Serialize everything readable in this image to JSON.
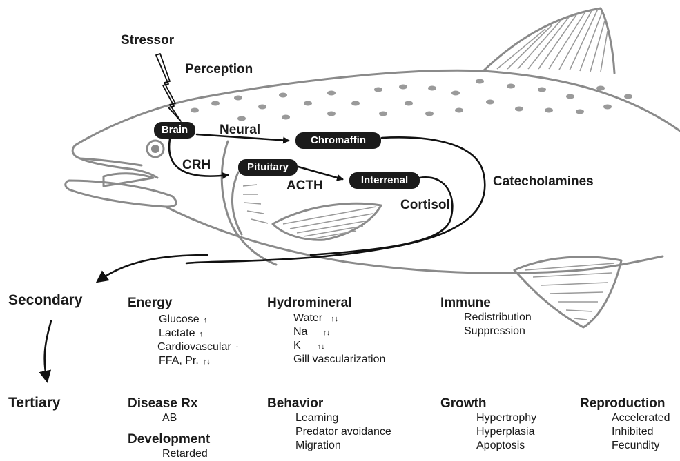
{
  "labels": {
    "stressor": "Stressor",
    "perception": "Perception",
    "neural": "Neural",
    "crh": "CRH",
    "acth": "ACTH",
    "cortisol": "Cortisol",
    "catecholamines": "Catecholamines"
  },
  "boxes": {
    "brain": "Brain",
    "chromaffin": "Chromaffin",
    "pituitary": "Pituitary",
    "interrenal": "Interrenal"
  },
  "stages": {
    "secondary": "Secondary",
    "tertiary": "Tertiary"
  },
  "secondary": {
    "energy": {
      "title": "Energy",
      "items": [
        {
          "text": "Glucose",
          "arrow": "↑"
        },
        {
          "text": "Lactate",
          "arrow": "↑"
        },
        {
          "text": "Cardiovascular",
          "arrow": "↑"
        },
        {
          "text": "FFA, Pr.",
          "arrow": "↑↓"
        }
      ]
    },
    "hydromineral": {
      "title": "Hydromineral",
      "items": [
        {
          "text": "Water",
          "arrow": "↑↓"
        },
        {
          "text": "Na",
          "arrow": "↑↓"
        },
        {
          "text": "K",
          "arrow": "↑↓"
        },
        {
          "text": "Gill vascularization",
          "arrow": ""
        }
      ]
    },
    "immune": {
      "title": "Immune",
      "items": [
        "Redistribution",
        "Suppression"
      ]
    }
  },
  "tertiary": {
    "disease": {
      "title": "Disease Rx",
      "items": [
        "AB"
      ]
    },
    "development": {
      "title": "Development",
      "items": [
        "Retarded"
      ]
    },
    "behavior": {
      "title": "Behavior",
      "items": [
        "Learning",
        "Predator avoidance",
        "Migration"
      ]
    },
    "growth": {
      "title": "Growth",
      "items": [
        "Hypertrophy",
        "Hyperplasia",
        "Apoptosis"
      ]
    },
    "reproduction": {
      "title": "Reproduction",
      "items": [
        "Accelerated",
        "Inhibited",
        "Fecundity"
      ]
    }
  },
  "colors": {
    "fish_outline": "#8a8a8a",
    "box_fill": "#1b1b1b",
    "pathway": "#111111"
  }
}
